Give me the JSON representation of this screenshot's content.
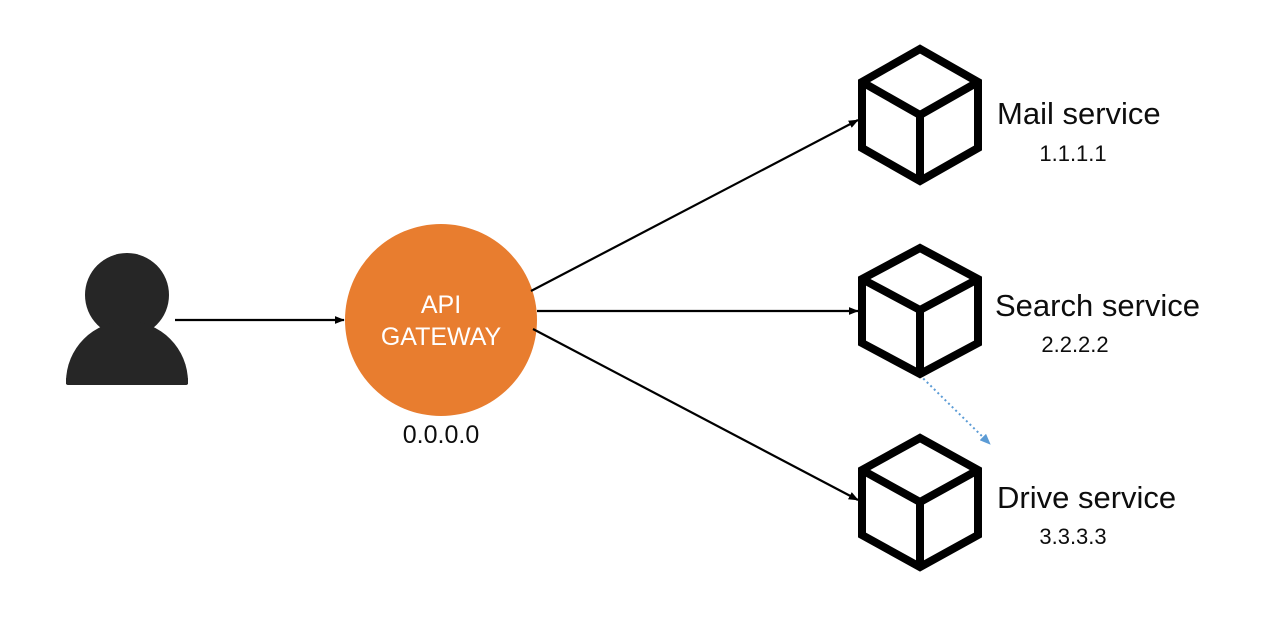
{
  "diagram": {
    "title": "API Gateway routing diagram",
    "background_color": "#FFFFFF",
    "client": {
      "icon": "user-person-icon",
      "color": "#262626"
    },
    "gateway": {
      "label_line1": "API",
      "label_line2": "GATEWAY",
      "ip": "0.0.0.0",
      "fill_color": "#E87D2F",
      "text_color": "#FFFFFF"
    },
    "services": [
      {
        "id": "mail",
        "name": "Mail service",
        "ip": "1.1.1.1",
        "icon": "cube-icon"
      },
      {
        "id": "search",
        "name": "Search service",
        "ip": "2.2.2.2",
        "icon": "cube-icon"
      },
      {
        "id": "drive",
        "name": "Drive service",
        "ip": "3.3.3.3",
        "icon": "cube-icon"
      }
    ],
    "connectors": {
      "solid_color": "#000000",
      "dotted_color": "#5B9BD5",
      "client_to_gateway": "arrow",
      "gateway_to_mail": "arrow",
      "gateway_to_search": "arrow",
      "gateway_to_drive": "arrow",
      "search_to_drive_dotted": "dotted-arrow"
    }
  }
}
